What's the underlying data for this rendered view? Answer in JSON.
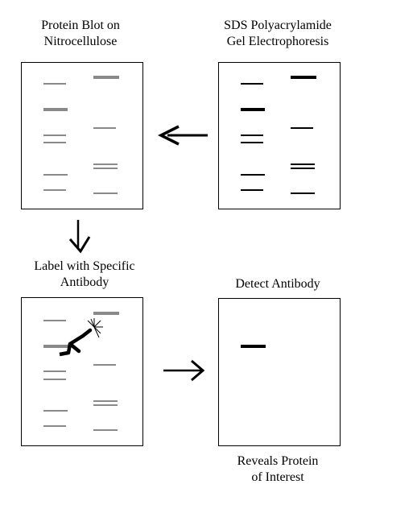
{
  "panels": {
    "blot": {
      "title_line1": "Protein Blot on",
      "title_line2": "Nitrocellulose"
    },
    "gel": {
      "title_line1": "SDS Polyacrylamide",
      "title_line2": "Gel Electrophoresis"
    },
    "label": {
      "title_line1": "Label with Specific",
      "title_line2": "Antibody"
    },
    "detect": {
      "title_line1": "Detect Antibody",
      "caption_line1": "Reveals Protein",
      "caption_line2": "of Interest"
    }
  },
  "colors": {
    "blot_band": "#808080",
    "gel_band": "#000000",
    "antibody": "#000000"
  },
  "icons": {
    "antibody": "y-shaped-antibody-icon",
    "signal": "starburst-icon"
  }
}
